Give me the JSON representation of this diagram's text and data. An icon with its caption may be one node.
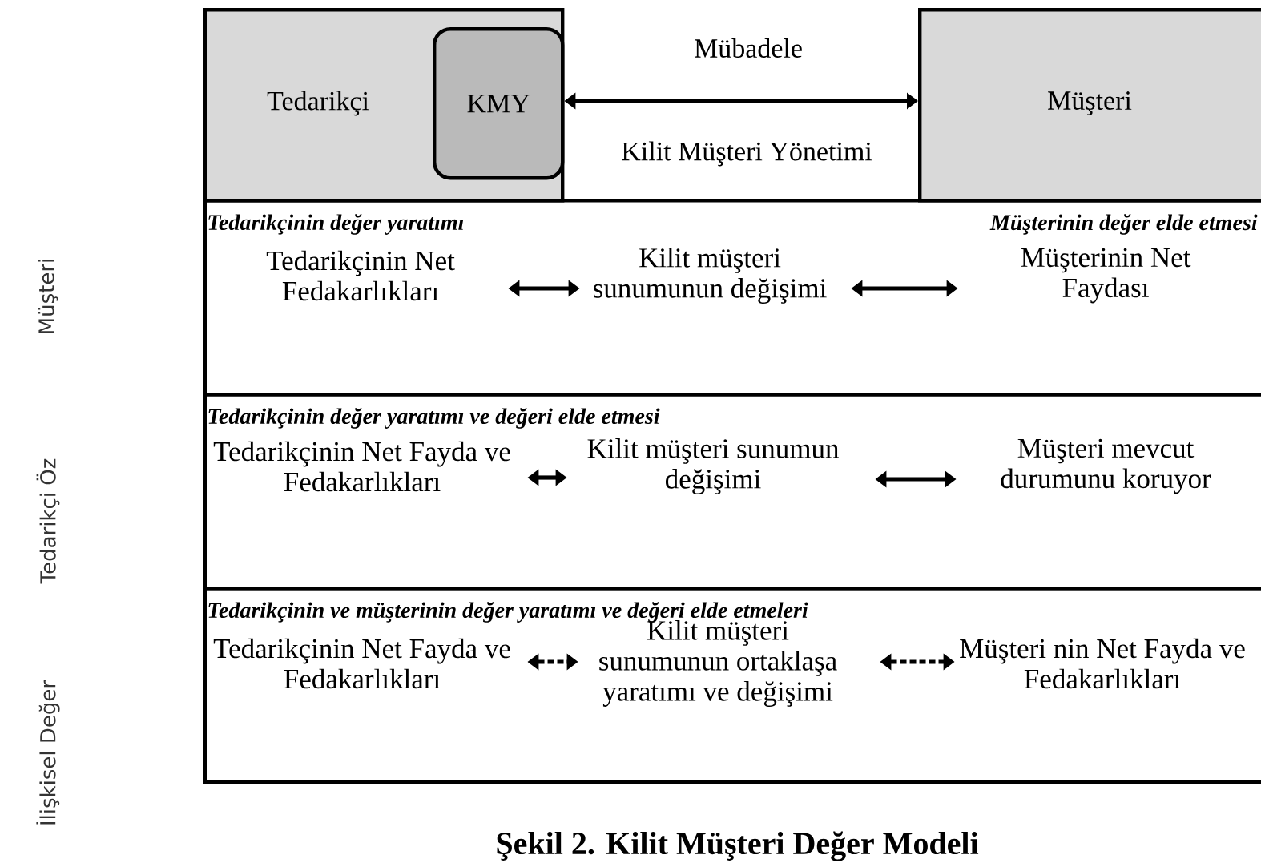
{
  "diagram": {
    "caption": "Şekil 2. Kilit Müşteri Değer Modeli",
    "nodes": [
      {
        "text": [
          "Tedarikçi"
        ]
      },
      {
        "text": [
          "KMY"
        ],
        "in": 0
      },
      {
        "text": [
          "Müşteri"
        ]
      },
      {
        "text": [
          "Tedarikçinin değer yaratımı",
          "Müşterinin değer elde etmesi"
        ]
      },
      {
        "text": [
          "Tedarikçinin Net Fedakarlıkları"
        ],
        "in": 3
      },
      {
        "text": [
          "Kilit müşteri sunumunun değişimi"
        ],
        "in": 3
      },
      {
        "text": [
          "Müşterinin Net Faydası"
        ],
        "in": 3
      },
      {
        "text": [
          "Tedarikçinin değer yaratımı ve değeri elde etmesi"
        ]
      },
      {
        "text": [
          "Tedarikçinin Net Fayda ve Fedakarlıkları"
        ],
        "in": 7
      },
      {
        "text": [
          "Kilit müşteri sunumun değişimi"
        ],
        "in": 7
      },
      {
        "text": [
          "Müşteri mevcut durumunu koruyor"
        ],
        "in": 7
      },
      {
        "text": [
          "Tedarikçinin ve müşterinin değer yaratımı ve değeri elde etmeleri"
        ]
      },
      {
        "text": [
          "Tedarikçinin Net Fayda ve Fedakarlıkları"
        ],
        "in": 11
      },
      {
        "text": [
          "Kilit müşteri sunumunun ortaklaşa yaratımı ve değişimi"
        ],
        "in": 11
      },
      {
        "text": [
          "Müşteri nin Net Fayda ve Fedakarlıkları"
        ],
        "in": 11
      }
    ],
    "edges": [
      {
        "from": 1,
        "to": 2,
        "arrow": "both",
        "label": "Mübadele"
      },
      {
        "from": 4,
        "to": 5,
        "arrow": "both"
      },
      {
        "from": 5,
        "to": 6,
        "arrow": "both"
      },
      {
        "from": 8,
        "to": 9,
        "arrow": "both"
      },
      {
        "from": 9,
        "to": 10,
        "arrow": "both"
      },
      {
        "from": 12,
        "to": 13,
        "arrow": "both",
        "style": "dashed"
      },
      {
        "from": 13,
        "to": 14,
        "arrow": "both",
        "style": "dashed"
      }
    ],
    "labels": [
      "Kilit Müşteri Yönetimi",
      "Müşteri",
      "Tedarikçi Öz",
      "İlişkisel Değer"
    ]
  }
}
